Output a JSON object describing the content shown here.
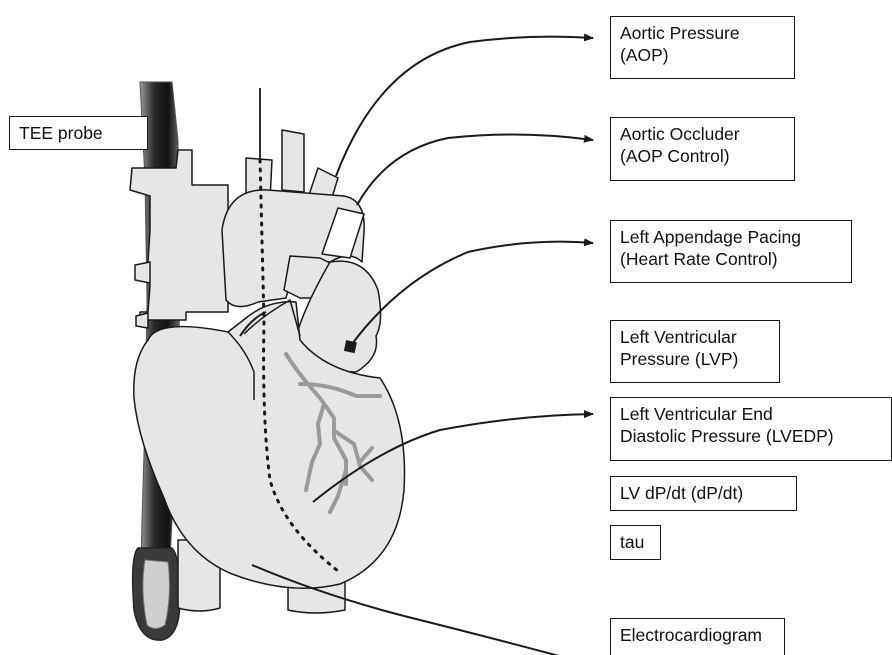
{
  "labels": {
    "tee_probe": [
      "TEE probe"
    ],
    "aortic_pressure": [
      "Aortic Pressure",
      "(AOP)"
    ],
    "aortic_occluder": [
      "Aortic Occluder",
      "(AOP Control)"
    ],
    "left_appendage_pacing": [
      "Left Appendage Pacing",
      "(Heart Rate Control)"
    ],
    "lvp": [
      "Left Ventricular",
      "Pressure (LVP)"
    ],
    "lvedp": [
      "Left Ventricular End",
      "Diastolic Pressure (LVEDP)"
    ],
    "dpdt": [
      "LV dP/dt (dP/dt)"
    ],
    "tau": [
      "tau"
    ],
    "ecg": [
      "Electrocardiogram"
    ]
  },
  "colors": {
    "heart_fill": "#e6e6e6",
    "outline": "#1a1a1a",
    "vessels": "#9a9a9a",
    "probe": "#222222"
  }
}
